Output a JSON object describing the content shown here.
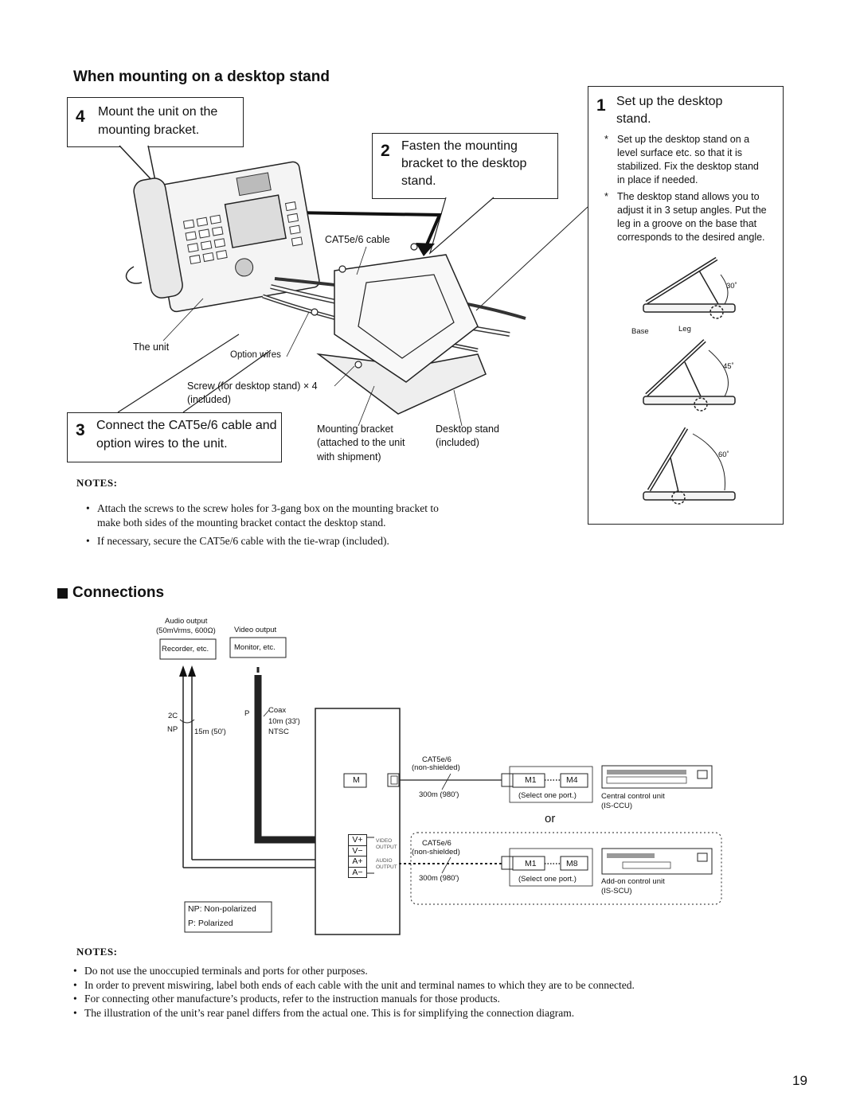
{
  "mounting": {
    "heading": "When mounting on a desktop stand",
    "step4": {
      "num": "4",
      "text": "Mount the unit on the mounting bracket."
    },
    "step2": {
      "num": "2",
      "text": "Fasten the mounting bracket to the desktop stand."
    },
    "step3": {
      "num": "3",
      "text": "Connect the CAT5e/6 cable and option wires to the unit."
    },
    "step1": {
      "num": "1",
      "text": "Set up the desktop stand."
    },
    "step1_notes": [
      "Set up the desktop stand on a level surface etc. so that it is stabilized. Fix the desktop stand in place if needed.",
      "The desktop stand allows you to adjust it in 3 setup angles. Put the leg in a groove on the base that corresponds to the desired angle."
    ],
    "labels": {
      "cable": "CAT5e/6 cable",
      "unit": "The unit",
      "option_wires": "Option wires",
      "screw": "Screw (for desktop stand) × 4",
      "screw_note": "(included)",
      "bracket": "Mounting bracket",
      "bracket_note1": "(attached to the unit",
      "bracket_note2": "with shipment)",
      "stand": "Desktop stand",
      "stand_note": "(included)"
    },
    "angles": {
      "a30": "30˚",
      "a45": "45˚",
      "a60": "60˚",
      "base": "Base",
      "leg": "Leg"
    },
    "notes_title": "NOTES:",
    "notes": [
      "Attach the screws to the screw holes for 3-gang box on the mounting bracket to make both sides of the mounting bracket contact the desktop stand.",
      "If necessary, secure the CAT5e/6 cable with the tie-wrap (included)."
    ]
  },
  "connections": {
    "heading": "Connections",
    "audio_output": "Audio output",
    "audio_spec": "(50mVrms, 600Ω)",
    "video_output": "Video output",
    "recorder": "Recorder, etc.",
    "monitor": "Monitor, etc.",
    "w_2c": "2C",
    "w_np": "NP",
    "w_15m": "15m (50')",
    "w_p": "P",
    "coax": "Coax",
    "coax_len": "10m (33')",
    "ntsc": "NTSC",
    "m_label": "M",
    "cat_label": "CAT5e/6",
    "non_shielded": "(non-shielded)",
    "len_300": "300m (980')",
    "m1": "M1",
    "m4": "M4",
    "m8": "M8",
    "select_port": "(Select one port.)",
    "ccu_name": "Central control unit",
    "ccu_model": "(IS-CCU)",
    "scu_name": "Add-on control unit",
    "scu_model": "(IS-SCU)",
    "or": "or",
    "terminals": [
      "V+",
      "V−",
      "A+",
      "A−"
    ],
    "video_term": "VIDEO OUTPUT",
    "audio_term": "AUDIO OUTPUT",
    "legend_np": "NP: Non-polarized",
    "legend_p": "P: Polarized",
    "notes_title": "NOTES:",
    "notes": [
      "Do not use the unoccupied terminals and ports for other purposes.",
      "In order to prevent miswiring, label both ends of each cable with the unit and terminal names to which they are to be connected.",
      "For connecting other manufacture’s products, refer to the instruction manuals for those products.",
      "The illustration of the unit’s rear panel differs from the actual one. This is for simplifying the connection diagram."
    ]
  },
  "page_number": "19"
}
